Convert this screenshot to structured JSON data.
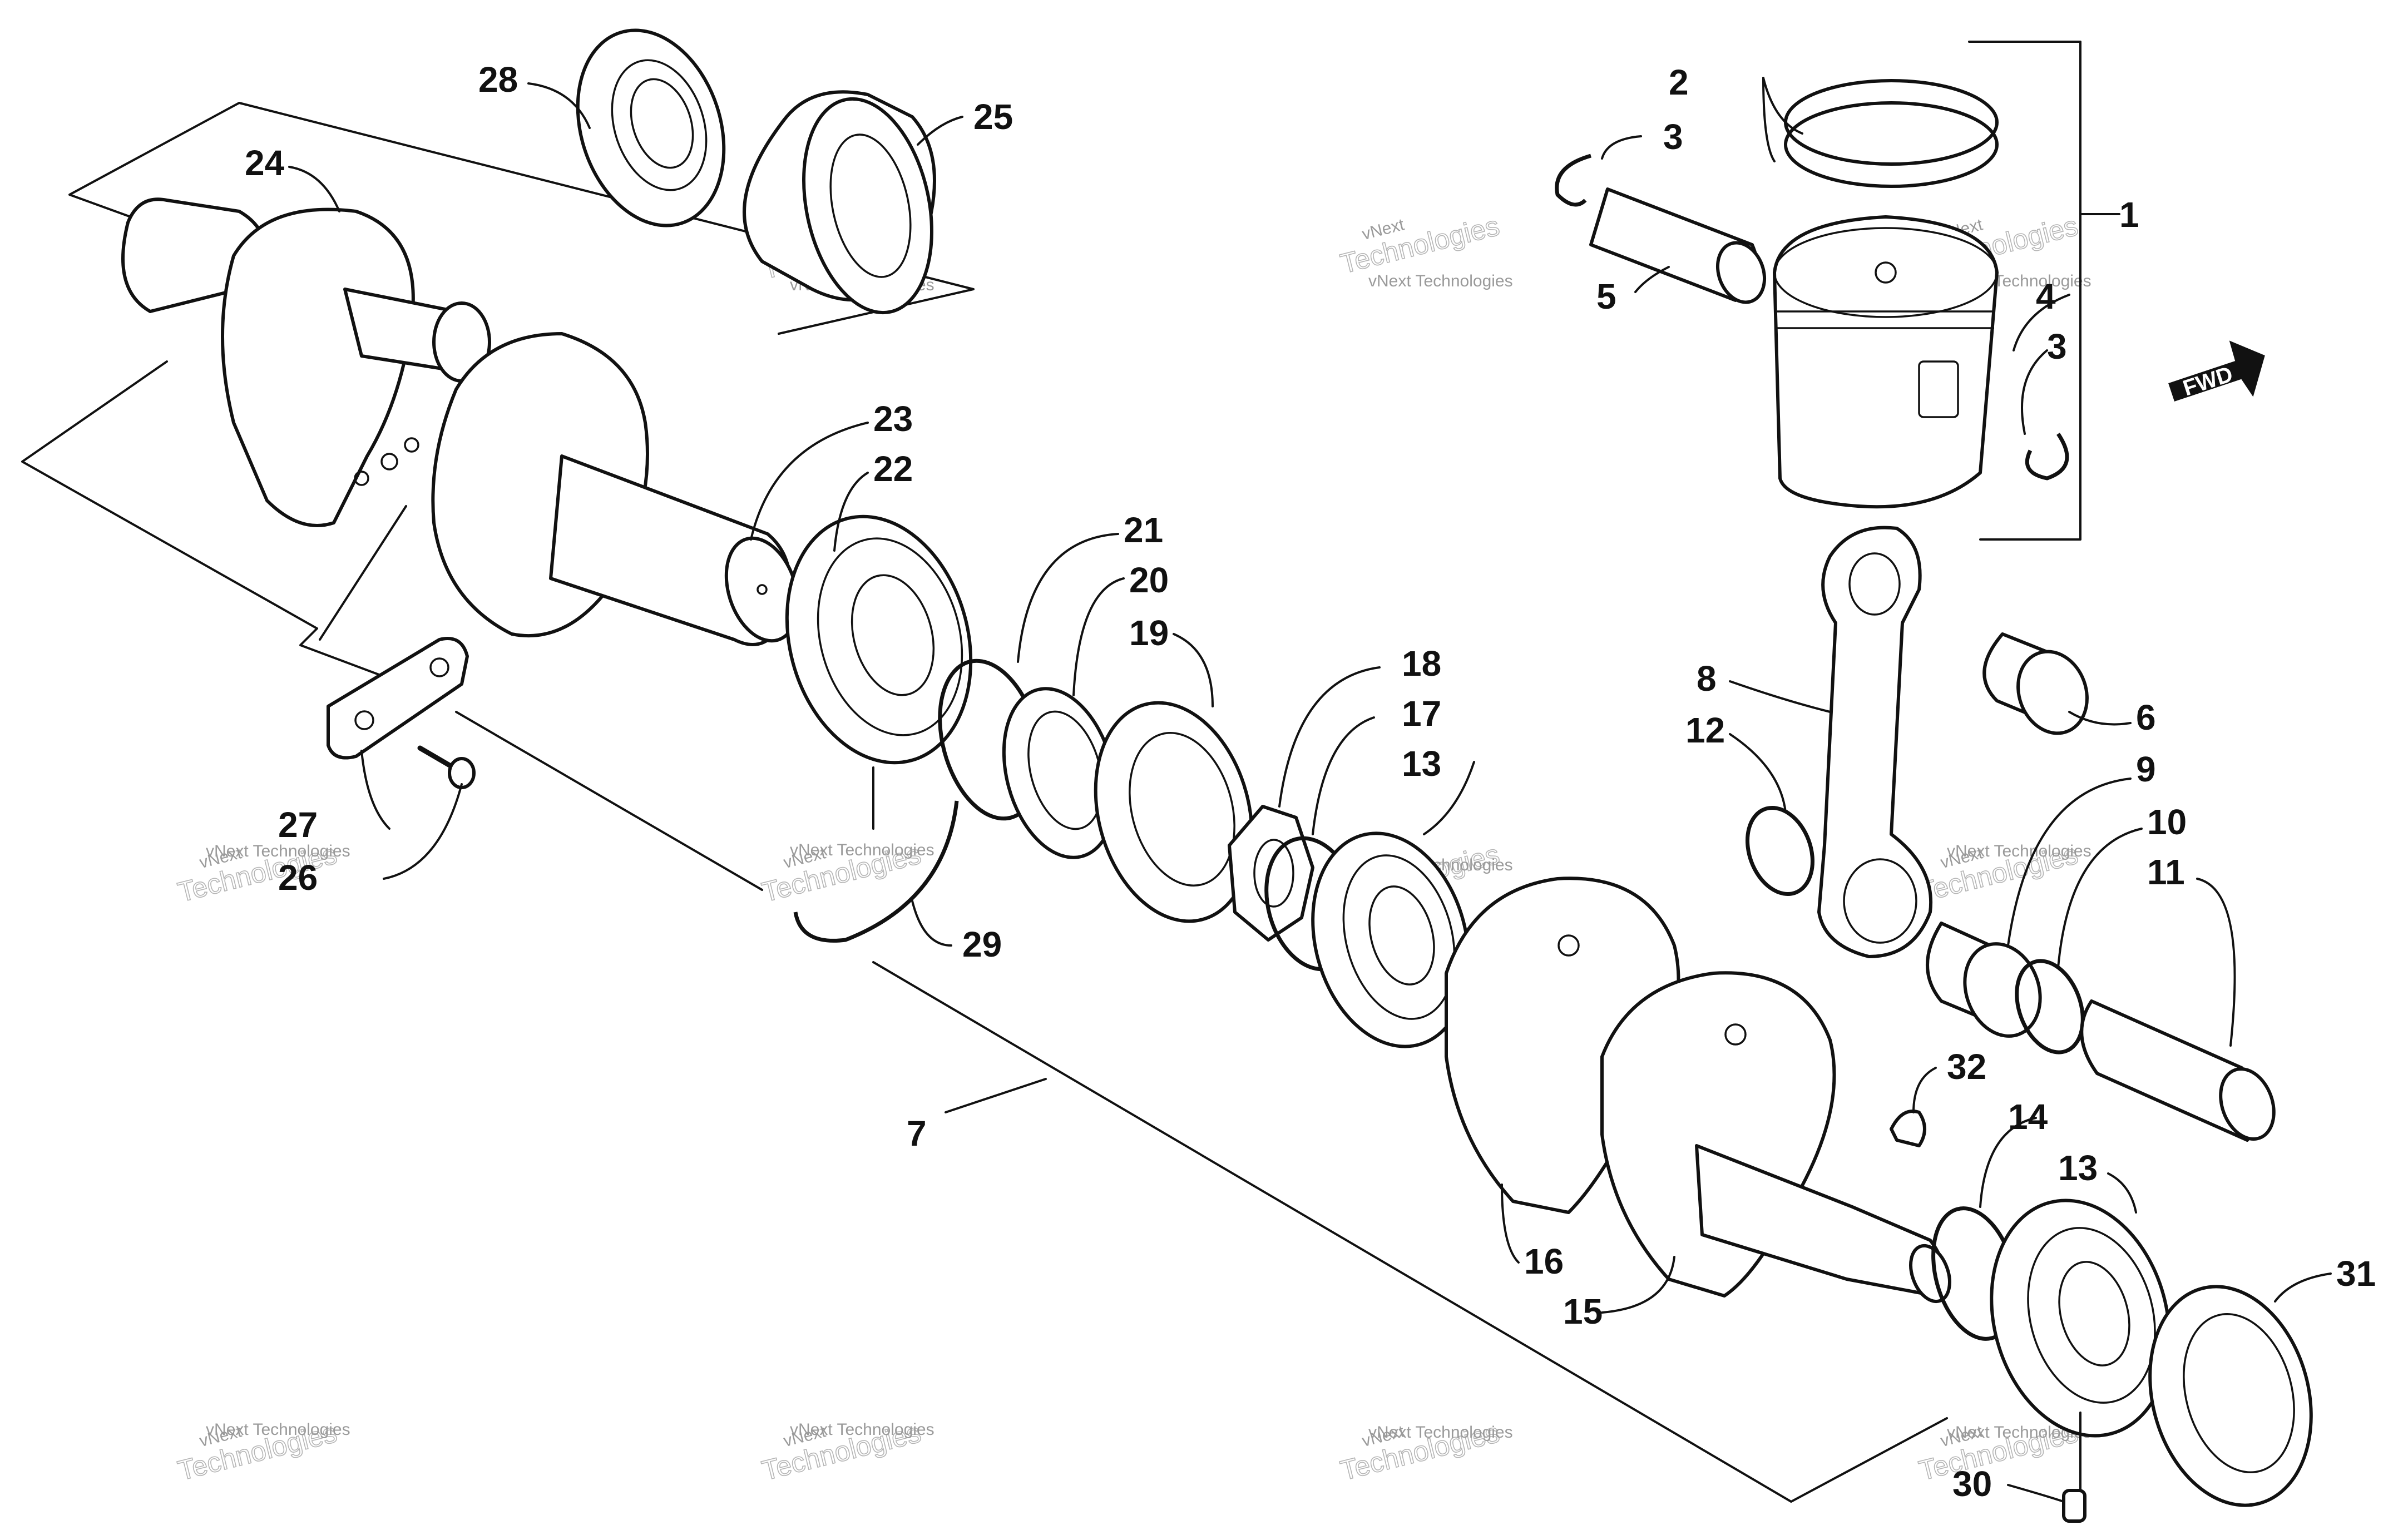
{
  "diagram": {
    "fwd_badge": "FWD",
    "watermark": {
      "line1": "vNext Technologies",
      "line2": "Technologies",
      "line0": "vNext"
    },
    "labels": [
      "1",
      "2",
      "3",
      "3",
      "4",
      "5",
      "6",
      "7",
      "8",
      "9",
      "10",
      "11",
      "12",
      "13",
      "13",
      "14",
      "15",
      "16",
      "17",
      "18",
      "19",
      "20",
      "21",
      "22",
      "23",
      "24",
      "25",
      "26",
      "27",
      "28",
      "29",
      "30",
      "31",
      "32"
    ]
  }
}
